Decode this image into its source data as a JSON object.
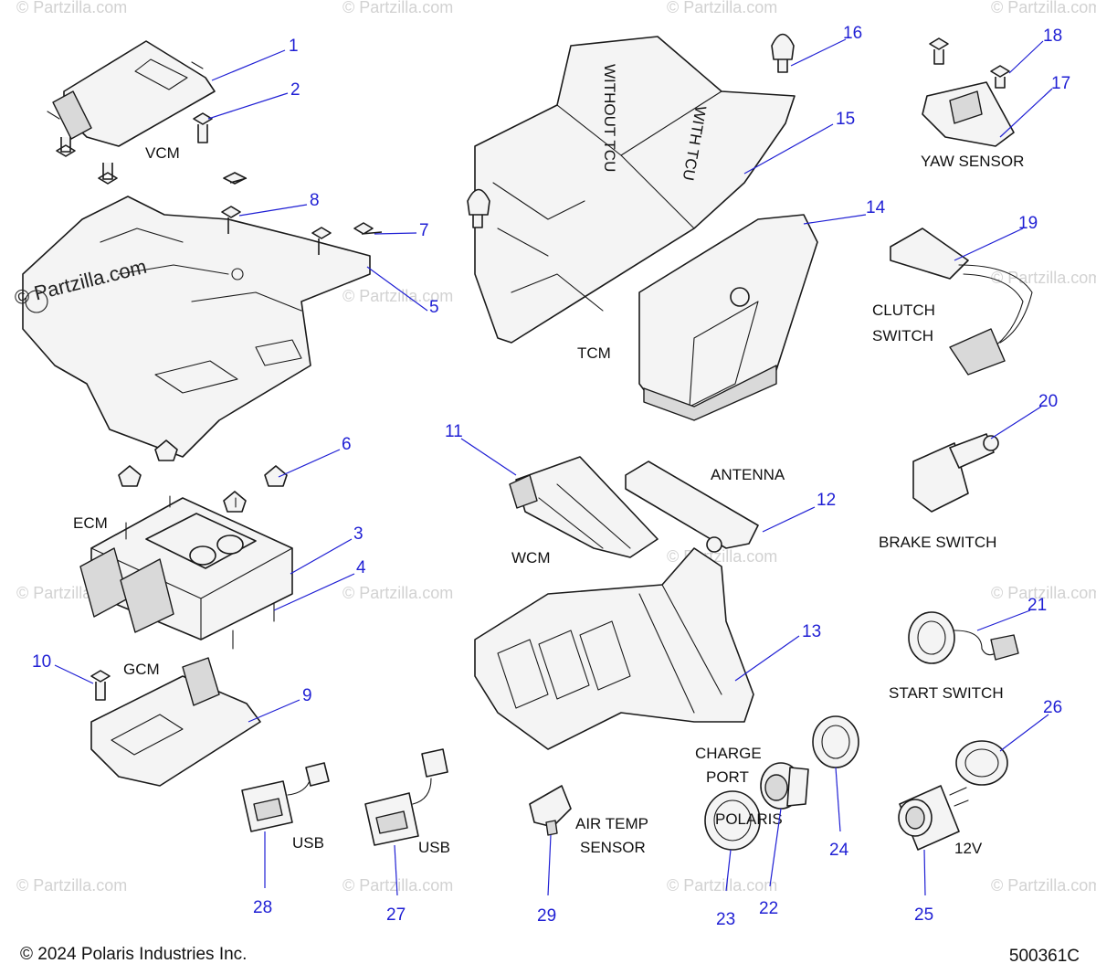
{
  "callouts": [
    "1",
    "2",
    "3",
    "4",
    "5",
    "6",
    "7",
    "8",
    "9",
    "10",
    "11",
    "12",
    "13",
    "14",
    "15",
    "16",
    "17",
    "18",
    "19",
    "20",
    "21",
    "22",
    "23",
    "24",
    "25",
    "26",
    "27",
    "28",
    "29"
  ],
  "labels": {
    "vcm": "VCM",
    "tcm": "TCM",
    "yaw_sensor": "YAW SENSOR",
    "clutch": "CLUTCH",
    "switch": "SWITCH",
    "antenna": "ANTENNA",
    "wcm": "WCM",
    "ecm": "ECM",
    "brake_switch": "BRAKE SWITCH",
    "gcm": "GCM",
    "start_switch": "START SWITCH",
    "charge": "CHARGE",
    "port": "PORT",
    "air_temp": "AIR TEMP",
    "sensor": "SENSOR",
    "usb_a": "USB",
    "usb_b": "USB",
    "twelve_v": "12V"
  },
  "embossed": {
    "without_tcu": "WITHOUT TCU",
    "with_tcu": "WITH TCU",
    "polaris": "POLARIS"
  },
  "watermark": {
    "main": "© Partzilla.com",
    "faint": "© Partzilla.com"
  },
  "footer": {
    "copyright": "© 2024 Polaris Industries Inc.",
    "code": "500361C"
  },
  "colors": {
    "callout": "#1f1fd4",
    "line_art": "#1a1a1a",
    "watermark": "#d2d2d2"
  }
}
